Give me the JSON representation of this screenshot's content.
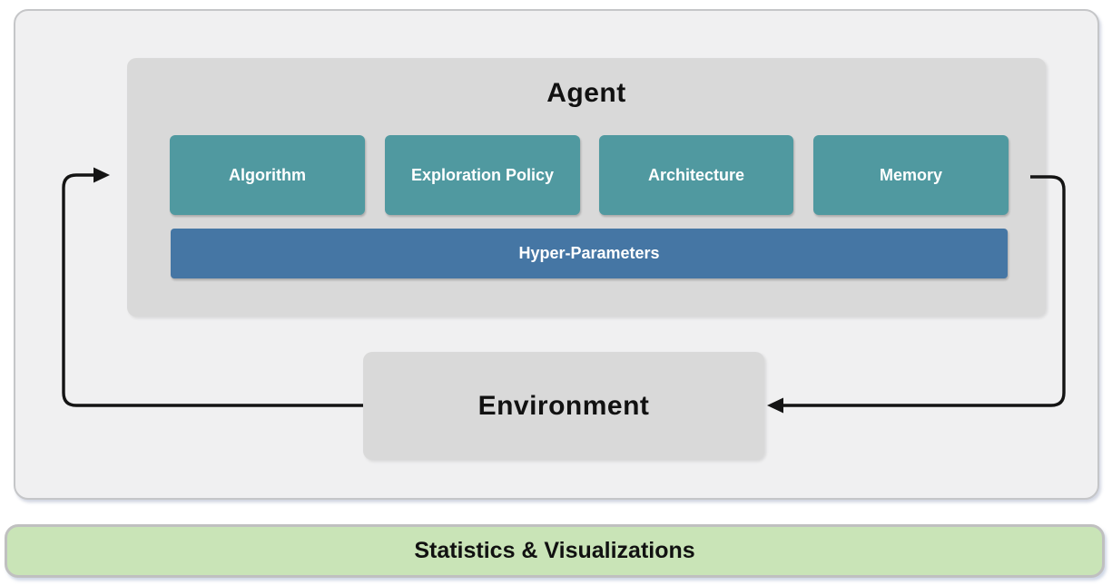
{
  "agent": {
    "title": "Agent",
    "components": [
      {
        "label": "Algorithm"
      },
      {
        "label": "Exploration Policy"
      },
      {
        "label": "Architecture"
      },
      {
        "label": "Memory"
      }
    ],
    "hyper_parameters_label": "Hyper-Parameters"
  },
  "environment": {
    "label": "Environment"
  },
  "footer": {
    "label": "Statistics & Visualizations"
  },
  "colors": {
    "component_teal": "#5099a0",
    "hyper_parameters_blue": "#4576a4",
    "panel_gray": "#d9d9d9",
    "loop_background_gray": "#f0f0f1",
    "footer_green": "#c9e4b7",
    "footer_border_gray": "#c0c0c0",
    "arrow_black": "#141414"
  }
}
